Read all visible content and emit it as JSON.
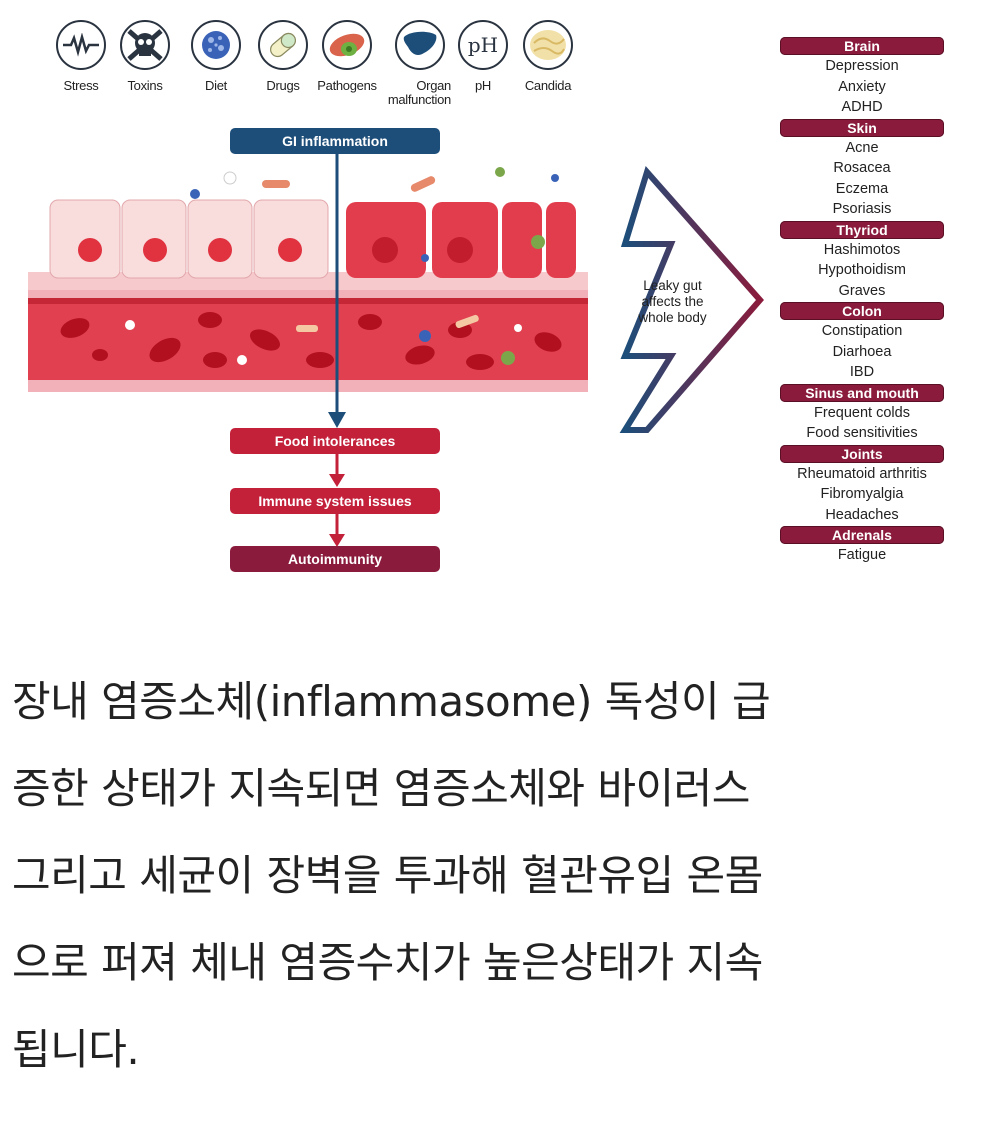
{
  "causes": [
    {
      "label": "Stress",
      "icon": "stress-wave-icon"
    },
    {
      "label": "Toxins",
      "icon": "skull-crossbones-icon"
    },
    {
      "label": "Diet",
      "icon": "virus-sphere-icon"
    },
    {
      "label": "Drugs",
      "icon": "pill-capsule-icon"
    },
    {
      "label": "Pathogens",
      "icon": "bacteria-icon"
    },
    {
      "label": "Organ\nmalfunction",
      "icon": "liver-organ-icon"
    },
    {
      "label": "pH",
      "icon": "ph-text-icon",
      "icon_text": "pH"
    },
    {
      "label": "Candida",
      "icon": "candida-yeast-icon"
    }
  ],
  "flow": {
    "top": "GI inflammation",
    "steps": [
      "Food intolerances",
      "Immune system issues",
      "Autoimmunity"
    ]
  },
  "leaky_gut_text": "Leaky gut\naffects the\nwhole body",
  "conditions": [
    {
      "category": "Brain",
      "items": [
        "Depression",
        "Anxiety",
        "ADHD"
      ]
    },
    {
      "category": "Skin",
      "items": [
        "Acne",
        "Rosacea",
        "Eczema",
        "Psoriasis"
      ]
    },
    {
      "category": "Thyriod",
      "items": [
        "Hashimotos",
        "Hypothoidism",
        "Graves"
      ]
    },
    {
      "category": "Colon",
      "items": [
        "Constipation",
        "Diarhoea",
        "IBD"
      ]
    },
    {
      "category": "Sinus and mouth",
      "items": [
        "Frequent colds",
        "Food sensitivities"
      ]
    },
    {
      "category": "Joints",
      "items": [
        "Rheumatoid arthritis",
        "Fibromyalgia",
        "Headaches"
      ]
    },
    {
      "category": "Adrenals",
      "items": [
        "Fatigue"
      ]
    }
  ],
  "caption_lines": [
    "장내 염증소체(inflammasome) 독성이 급",
    "증한 상태가 지속되면 염증소체와 바이러스",
    "그리고 세균이 장벽을 투과해 혈관유입 온몸",
    "으로 퍼져 체내 염증수치가 높은상태가 지속",
    "됩니다."
  ],
  "colors": {
    "navy": "#1d4e7a",
    "red": "#c3203a",
    "maroon": "#8a1b3c",
    "cell_pink": "#f9dcdc",
    "cell_red": "#e23d4c"
  }
}
